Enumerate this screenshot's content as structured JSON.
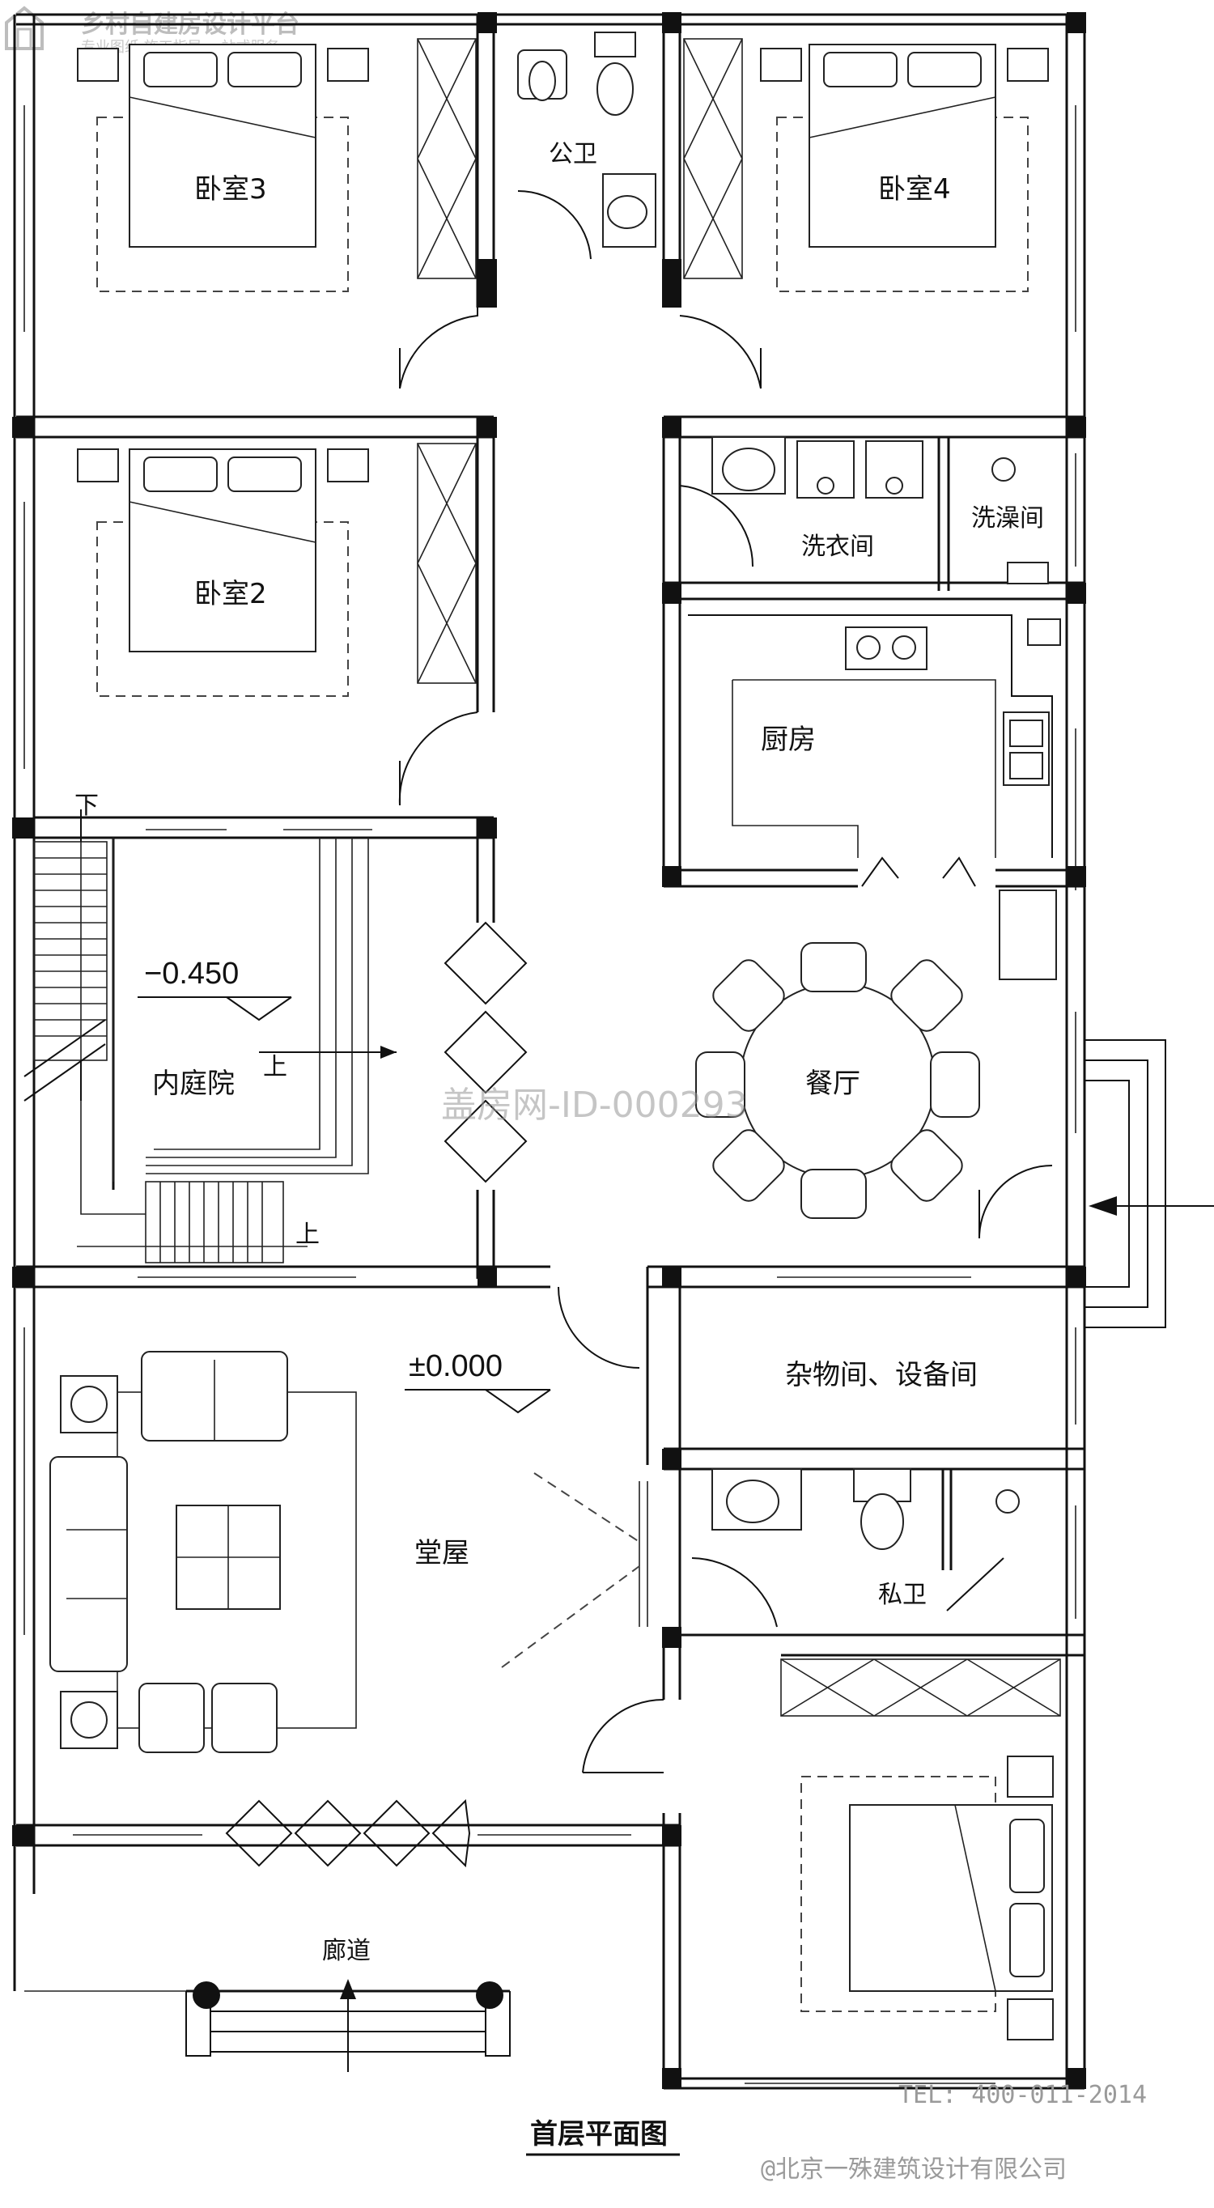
{
  "logo": {
    "title": "乡村自建房设计平台",
    "subtitle": "专业图纸·施工指导·一站式服务",
    "icon": "house-logo-icon"
  },
  "rooms": {
    "bedroom3": "卧室3",
    "bedroom4": "卧室4",
    "bedroom2": "卧室2",
    "public_wc": "公卫",
    "laundry": "洗衣间",
    "shower": "洗澡间",
    "kitchen": "厨房",
    "courtyard": "内庭院",
    "dining": "餐厅",
    "storage": "杂物间、设备间",
    "hall": "堂屋",
    "private_wc": "私卫",
    "corridor": "廊道"
  },
  "elevations": {
    "courtyard_level": "−0.450",
    "floor_level": "±0.000"
  },
  "markers": {
    "down": "下",
    "up_stair": "上",
    "up_courtyard": "上"
  },
  "watermark": "盖房网-ID-000293",
  "drawing_title": "首层平面图",
  "footer": {
    "tel": "TEL: 400-011-2014",
    "company": "@北京一殊建筑设计有限公司"
  },
  "colors": {
    "line": "#111111",
    "background": "#ffffff",
    "watermark": "#969696"
  }
}
